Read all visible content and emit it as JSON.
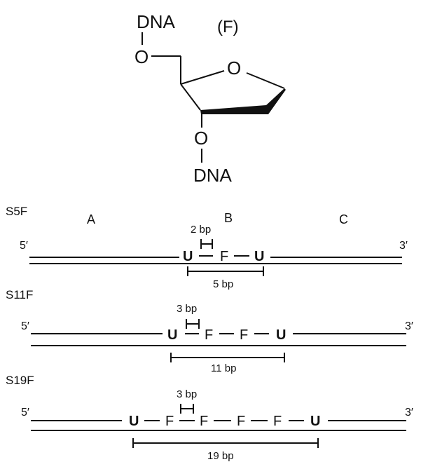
{
  "structure": {
    "label": "(F)",
    "top_group": "DNA",
    "top_link": "O",
    "ring_oxygen": "O",
    "bottom_link": "O",
    "bottom_group": "DNA"
  },
  "regions": [
    "A",
    "B",
    "C"
  ],
  "constructs": [
    {
      "name": "S5F",
      "five_prime": "5′",
      "three_prime": "3′",
      "sites": [
        "U",
        "F",
        "U"
      ],
      "gap_label": "2 bp",
      "span_label": "5 bp"
    },
    {
      "name": "S11F",
      "five_prime": "5′",
      "three_prime": "3′",
      "sites": [
        "U",
        "F",
        "F",
        "U"
      ],
      "gap_label": "3 bp",
      "span_label": "11 bp"
    },
    {
      "name": "S19F",
      "five_prime": "5′",
      "three_prime": "3′",
      "sites": [
        "U",
        "F",
        "F",
        "F",
        "F",
        "U"
      ],
      "gap_label": "3 bp",
      "span_label": "19 bp"
    }
  ]
}
